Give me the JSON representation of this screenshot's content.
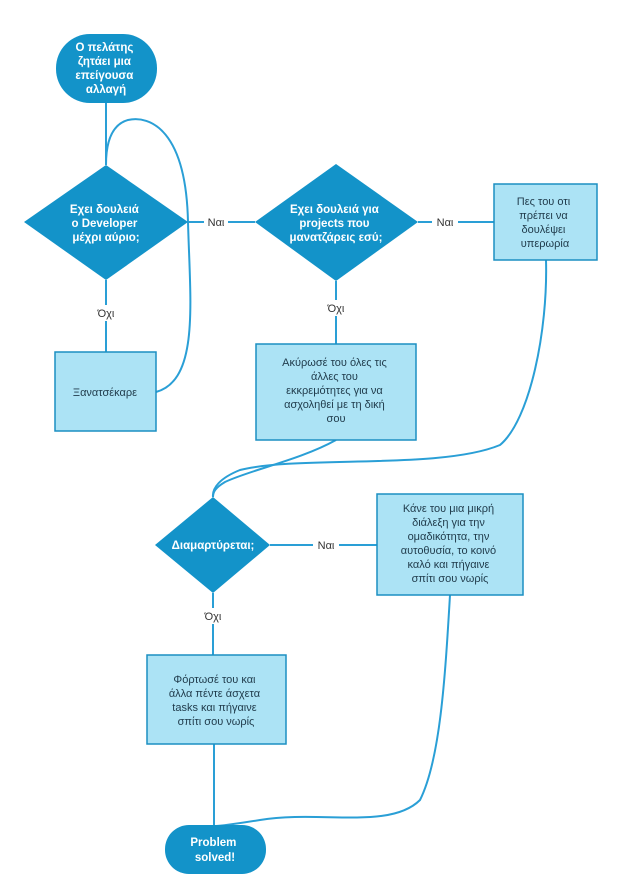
{
  "colors": {
    "terminal_fill": "#1393c9",
    "decision_fill": "#1393c9",
    "process_fill": "#ace3f5",
    "process_border": "#1c8fc2",
    "edge": "#2a9fd6"
  },
  "nodes": {
    "start": [
      "Ο πελάτης",
      "ζητάει μια",
      "επείγουσα",
      "αλλαγή"
    ],
    "decision_developer": [
      "Εχει δουλειά",
      "ο Developer",
      "μέχρι αύριο;"
    ],
    "decision_projects": [
      "Εχει δουλειά για",
      "projects που",
      "μανατζάρεις εσύ;"
    ],
    "process_overtime": [
      "Πες του οτι",
      "πρέπει να",
      "δουλέψει",
      "υπερωρία"
    ],
    "process_recheck": [
      "Ξανατσέκαρε"
    ],
    "process_cancel": [
      "Ακύρωσέ του όλες τις",
      "άλλες του",
      "εκκρεμότητες για να",
      "ασχοληθεί με τη δική",
      "σου"
    ],
    "decision_protest": [
      "Διαμαρτύρεται;"
    ],
    "process_lecture": [
      "Κάνε του μια μικρή",
      "διάλεξη για την",
      "ομαδικότητα, την",
      "αυτοθυσία, το κοινό",
      "καλό και πήγαινε",
      "σπίτι σου νωρίς"
    ],
    "process_load": [
      "Φόρτωσέ του και",
      "άλλα πέντε άσχετα",
      "tasks και πήγαινε",
      "σπίτι σου νωρίς"
    ],
    "end": [
      "Problem",
      "solved!"
    ]
  },
  "edge_labels": {
    "dev_yes": "Ναι",
    "dev_no": "Όχι",
    "projects_yes": "Ναι",
    "projects_no": "Όχι",
    "protest_yes": "Ναι",
    "protest_no": "Όχι"
  }
}
